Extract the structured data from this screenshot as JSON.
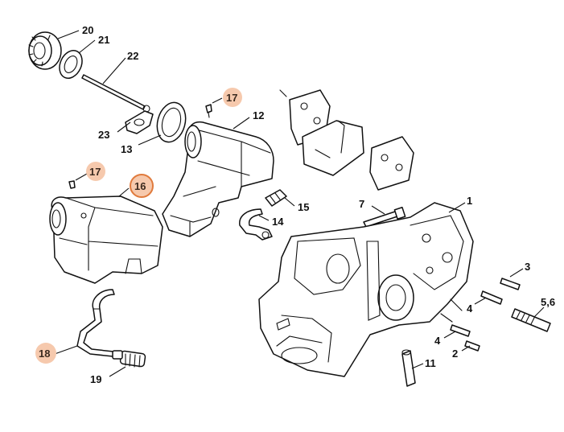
{
  "callouts": [
    {
      "id": "p1",
      "text": "1"
    },
    {
      "id": "p2",
      "text": "2"
    },
    {
      "id": "p3",
      "text": "3"
    },
    {
      "id": "p4a",
      "text": "4"
    },
    {
      "id": "p4b",
      "text": "4"
    },
    {
      "id": "p56",
      "text": "5,6"
    },
    {
      "id": "p7",
      "text": "7"
    },
    {
      "id": "p11",
      "text": "11"
    },
    {
      "id": "p12",
      "text": "12"
    },
    {
      "id": "p13",
      "text": "13"
    },
    {
      "id": "p14",
      "text": "14"
    },
    {
      "id": "p15",
      "text": "15"
    },
    {
      "id": "p16",
      "text": "16"
    },
    {
      "id": "p17a",
      "text": "17"
    },
    {
      "id": "p17b",
      "text": "17"
    },
    {
      "id": "p18",
      "text": "18"
    },
    {
      "id": "p19",
      "text": "19"
    },
    {
      "id": "p20",
      "text": "20"
    },
    {
      "id": "p21",
      "text": "21"
    },
    {
      "id": "p22",
      "text": "22"
    },
    {
      "id": "p23",
      "text": "23"
    }
  ],
  "colors": {
    "badge_fill": "#f6c9ad",
    "badge_ring": "#e07a3c",
    "line": "#111111"
  }
}
